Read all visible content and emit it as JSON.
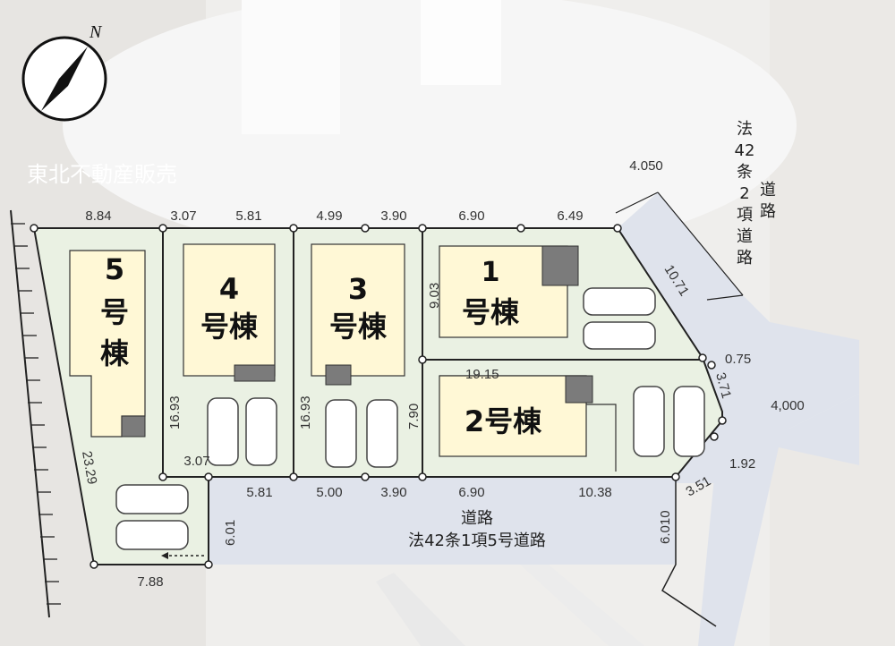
{
  "seller": "東北不動産販売",
  "compass_letter": "N",
  "houses": [
    {
      "id": "5",
      "label_num": "5",
      "label_text": "号棟"
    },
    {
      "id": "4",
      "label_num": "4",
      "label_text": "号棟"
    },
    {
      "id": "3",
      "label_num": "3",
      "label_text": "号棟"
    },
    {
      "id": "1",
      "label_num": "1",
      "label_text": "号棟"
    },
    {
      "id": "2",
      "label_text": "2号棟"
    }
  ],
  "roads": {
    "south_label_1": "道路",
    "south_label_2": "法42条1項5号道路",
    "east_label_chars": [
      "法",
      "42",
      "条",
      "2",
      "項",
      "道",
      "路"
    ],
    "east_label_chars_2": [
      "道",
      "路"
    ]
  },
  "dimensions": {
    "top": [
      "8.84",
      "3.07",
      "5.81",
      "4.99",
      "3.90",
      "6.90",
      "6.49"
    ],
    "road_ne": "4.050",
    "ne_edge": "10.71",
    "h1": "9.03",
    "h2_top": "19.15",
    "e_075": "0.75",
    "e_371": "3.71",
    "road_e": "4,000",
    "e_192": "1.92",
    "e_351": "3.51",
    "left_1693": "16.93",
    "mid_1693": "16.93",
    "v_790": "7.90",
    "west": "23.29",
    "bottom": [
      "3.07",
      "5.81",
      "5.00",
      "3.90",
      "6.90",
      "10.38"
    ],
    "v_601": "6.01",
    "v_6010": "6.010",
    "bottom_788": "7.88"
  },
  "colors": {
    "lot_fill": "#eaf1e3",
    "house_fill": "#fff8d6",
    "road_fill": "#dfe3ec",
    "line": "#222222"
  }
}
